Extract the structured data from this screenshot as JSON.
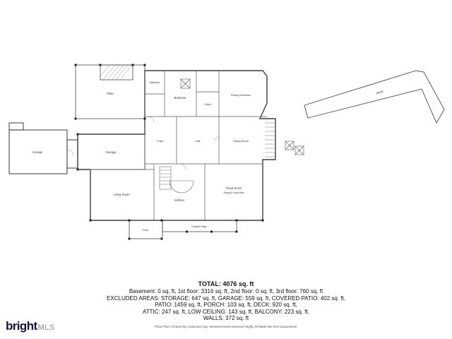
{
  "logo": {
    "primary": "bright",
    "secondary": "MLS"
  },
  "summary": {
    "total": "TOTAL: 4076 sq. ft",
    "lines": [
      "Basement: 0 sq. ft, 1st floor: 3316 sq. ft, 2nd floor: 0 sq. ft, 3rd floor: 760 sq. ft",
      "EXCLUDED AREAS: STORAGE: 647 sq. ft, GARAGE: 559 sq. ft, COVERED PATIO: 402 sq. ft,",
      "PATIO: 1459 sq. ft, PORCH: 103 sq. ft, DECK: 920 sq. ft,",
      "ATTIC: 247 sq. ft, LOW CEILING: 143 sq. ft, BALCONY: 223 sq. ft,",
      "WALLS: 372 sq. ft"
    ],
    "disclaimer": "Floor Plan Created By Cubicasa App. Measurements Deemed Highly Reliable But Not Guaranteed."
  },
  "floorplan": {
    "line_color": "#4a4a4a",
    "rooms": {
      "patio": "Patio",
      "garage": "Garage",
      "storage": "Storage",
      "bedroom": "Bedroom",
      "bathroom": "Bathroom",
      "closet": "Closet",
      "primary_bedroom": "Primary Bedroom",
      "foyer": "Foyer",
      "hall": "Hall",
      "dining": "Dining Room",
      "kitchen": "Kitchen",
      "living": "Living Room",
      "great_room": "Great Room",
      "great_room_sub": "Dining & Living Area",
      "porch": "Porch",
      "covered_patio": "Covered Patio",
      "deck": "Deck"
    }
  }
}
